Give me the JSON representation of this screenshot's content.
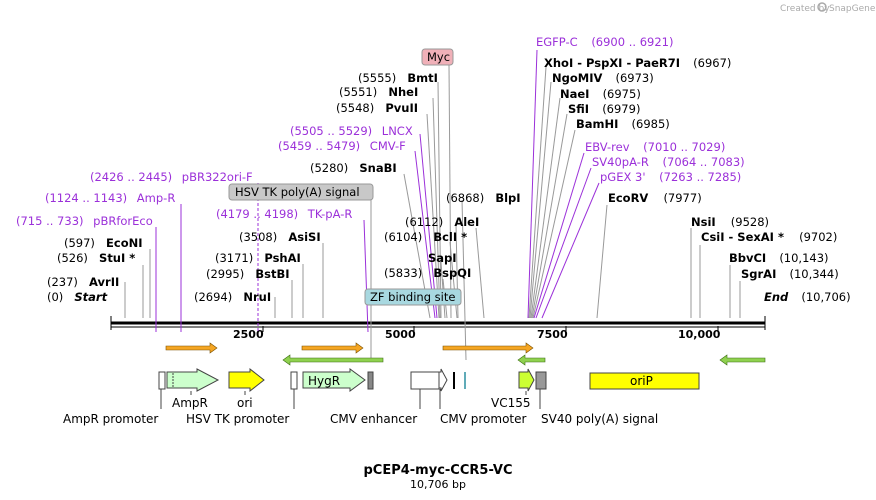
{
  "credit": "Created by",
  "credit_brand": "SnapGene",
  "title": "pCEP4-myc-CCR5-VC",
  "subtitle": "10,706 bp",
  "ruler_ticks": [
    "2500",
    "5000",
    "7500",
    "10,000"
  ],
  "left_sites": [
    {
      "pos": "(0)",
      "name": "Start"
    },
    {
      "pos": "(237)",
      "name": "AvrII"
    },
    {
      "pos": "(526)",
      "name": "StuI *"
    },
    {
      "pos": "(597)",
      "name": "EcoNI"
    },
    {
      "pos": "(715 .. 733)",
      "name": "pBRforEco"
    },
    {
      "pos": "(1124 .. 1143)",
      "name": "Amp-R"
    },
    {
      "pos": "(2426 .. 2445)",
      "name": "pBR322ori-F"
    }
  ],
  "mid_sites": [
    {
      "pos": "(2694)",
      "name": "NruI"
    },
    {
      "pos": "(2995)",
      "name": "BstBI"
    },
    {
      "pos": "(3171)",
      "name": "PshAI"
    },
    {
      "pos": "(3508)",
      "name": "AsiSI"
    },
    {
      "pos": "(4179 .. 4198)",
      "name": "TK-pA-R"
    },
    {
      "pos": "(5280)",
      "name": "SnaBI"
    },
    {
      "pos": "(5459 .. 5479)",
      "name": "CMV-F"
    },
    {
      "pos": "(5505 .. 5529)",
      "name": "LNCX"
    },
    {
      "pos": "(5548)",
      "name": "PvuII"
    },
    {
      "pos": "(5551)",
      "name": "NheI"
    },
    {
      "pos": "(5555)",
      "name": "BmtI"
    },
    {
      "pos": "(5833)",
      "name": "BspQI"
    },
    {
      "pos": "",
      "name": "SapI"
    },
    {
      "pos": "(6104)",
      "name": "BclI *"
    },
    {
      "pos": "(6112)",
      "name": "AleI"
    },
    {
      "pos": "(6868)",
      "name": "BlpI"
    }
  ],
  "right_sites": [
    {
      "pos": "(6900 .. 6921)",
      "name": "EGFP-C"
    },
    {
      "pos": "(6967)",
      "name": "XhoI - PspXI - PaeR7I"
    },
    {
      "pos": "(6973)",
      "name": "NgoMIV"
    },
    {
      "pos": "(6975)",
      "name": "NaeI"
    },
    {
      "pos": "(6979)",
      "name": "SfiI"
    },
    {
      "pos": "(6985)",
      "name": "BamHI"
    },
    {
      "pos": "(7010 .. 7029)",
      "name": "EBV-rev"
    },
    {
      "pos": "(7064 .. 7083)",
      "name": "SV40pA-R"
    },
    {
      "pos": "(7263 .. 7285)",
      "name": "pGEX 3'"
    },
    {
      "pos": "(7977)",
      "name": "EcoRV"
    },
    {
      "pos": "(9528)",
      "name": "NsiI"
    },
    {
      "pos": "(9702)",
      "name": "CsiI - SexAI *"
    },
    {
      "pos": "(10,143)",
      "name": "BbvCI"
    },
    {
      "pos": "(10,344)",
      "name": "SgrAI"
    },
    {
      "pos": "(10,706)",
      "name": "End"
    }
  ],
  "boxed_labels": [
    "Myc",
    "HSV TK poly(A) signal",
    "ZF binding site"
  ],
  "features": [
    "AmpR promoter",
    "AmpR",
    "HSV TK promoter",
    "ori",
    "HygR",
    "CMV enhancer",
    "CMV promoter",
    "VC155",
    "SV40 poly(A) signal",
    "oriP"
  ],
  "colors": {
    "primer": "#9b30d9",
    "ampr": "#ccffcc",
    "ori": "#ffff00",
    "orip": "#ffff00",
    "vc155": "#ccff33",
    "myc_box": "#f0b0b8",
    "zf_box": "#a8d8e0",
    "hsv_box": "#c8c8c8",
    "orange_arrow": "#f5a623",
    "green_arrow": "#8fd14f"
  }
}
